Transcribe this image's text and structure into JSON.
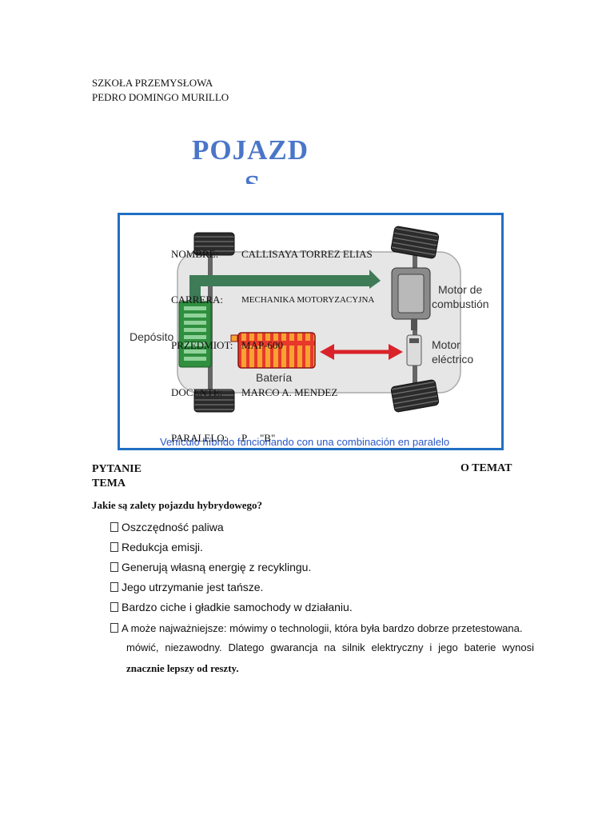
{
  "school": {
    "line1": "SZKOŁA PRZEMYSŁOWA",
    "line2": "PEDRO DOMINGO MURILLO"
  },
  "title": {
    "line1": "POJAZD",
    "line2": "S"
  },
  "figure": {
    "labels": {
      "deposito": "Depósito",
      "motor_comb_1": "Motor de",
      "motor_comb_2": "combustión",
      "motor_elec_1": "Motor",
      "motor_elec_2": "eléctrico",
      "bateria": "Batería"
    },
    "caption": "Vehículo híbrido funcionando con una combinación en paralelo",
    "colors": {
      "frame": "#1f6fc3",
      "arrow_green": "#3e7b57",
      "arrow_red": "#d9232a",
      "battery": "#e8382b",
      "deposit": "#2f8f3f"
    }
  },
  "info": {
    "nombre_label": "NOMBRE:",
    "nombre_value": "CALLISAYA TORREZ ELIAS",
    "carrera_label": "CARRERA:",
    "carrera_value": "MECHANIKA MOTORYZACYJNA",
    "predmiot_label": "PRZEDMIOT:",
    "predmiot_value": "MAP-600",
    "docente_label": "DOCENTE:",
    "docente_value": "MARCO A. MENDEZ",
    "paralelo_label": "PARALELO:",
    "paralelo_value": "P     \"B\""
  },
  "headings": {
    "left": "PYTANIE",
    "left2": "TEMA",
    "right": "O TEMAT"
  },
  "question": "Jakie są zalety pojazdu hybrydowego?",
  "advantages": [
    "Oszczędność paliwa",
    "Redukcja emisji.",
    "Generują własną energię z recyklingu.",
    "Jego utrzymanie jest tańsze.",
    "Bardzo ciche i gładkie samochody w działaniu."
  ],
  "long_item": {
    "line1": "A może najważniejsze: mówimy o technologii, która była bardzo dobrze przetestowana.",
    "line2": "mówić, niezawodny. Dlatego gwarancja na silnik elektryczny i jego baterie wynosi",
    "line3": "znacznie lepszy od reszty."
  }
}
